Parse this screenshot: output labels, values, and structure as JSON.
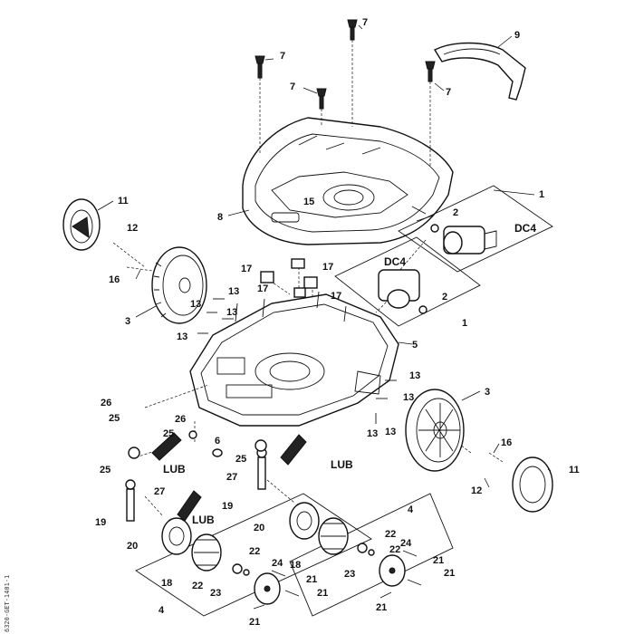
{
  "callouts": {
    "c1a": "1",
    "c1b": "1",
    "c2a": "2",
    "c2b": "2",
    "c3a": "3",
    "c3b": "3",
    "c4a": "4",
    "c4b": "4",
    "c5": "5",
    "c6": "6",
    "c7a": "7",
    "c7b": "7",
    "c7c": "7",
    "c7d": "7",
    "c8": "8",
    "c9": "9",
    "c11a": "11",
    "c11b": "11",
    "c12a": "12",
    "c12b": "12",
    "c13a": "13",
    "c13b": "13",
    "c13c": "13",
    "c13d": "13",
    "c13e": "13",
    "c13f": "13",
    "c13g": "13",
    "c15": "15",
    "c16a": "16",
    "c16b": "16",
    "c17a": "17",
    "c17b": "17",
    "c17c": "17",
    "c17d": "17",
    "c18a": "18",
    "c18b": "18",
    "c19a": "19",
    "c19b": "19",
    "c20a": "20",
    "c20b": "20",
    "c21a": "21",
    "c21b": "21",
    "c21c": "21",
    "c21d": "21",
    "c21e": "21",
    "c21f": "21",
    "c22a": "22",
    "c22b": "22",
    "c22c": "22",
    "c22d": "22",
    "c23a": "23",
    "c23b": "23",
    "c24a": "24",
    "c24b": "24",
    "c25a": "25",
    "c25b": "25",
    "c25c": "25",
    "c25d": "25",
    "c26a": "26",
    "c26b": "26",
    "c27a": "27",
    "c27b": "27",
    "dc4a": "DC4",
    "dc4b": "DC4",
    "luba": "LUB",
    "lubb": "LUB",
    "lubc": "LUB"
  },
  "side_code": "6320-GET-1401-1"
}
